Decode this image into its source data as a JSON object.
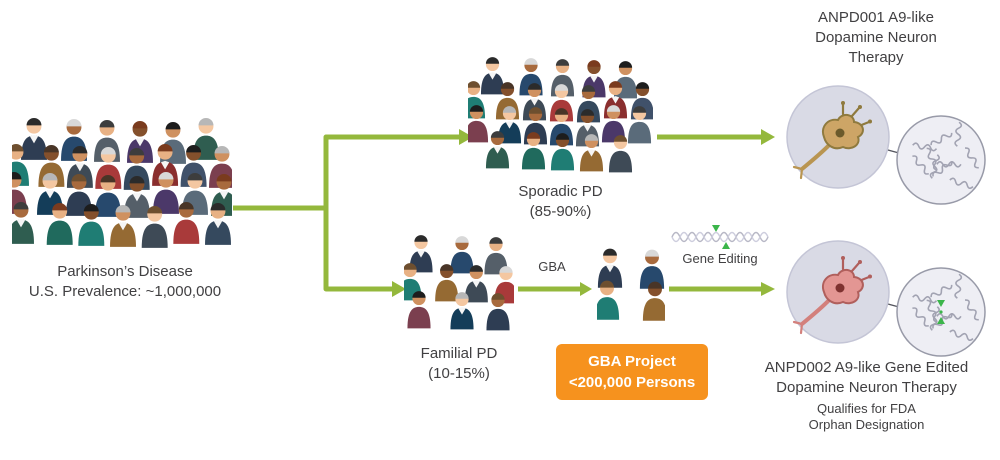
{
  "diagram": {
    "population": {
      "title": "Parkinson’s Disease",
      "subtitle": "U.S. Prevalence: ~1,000,000"
    },
    "sporadic": {
      "label": "Sporadic PD",
      "pct": "(85-90%)"
    },
    "familial": {
      "label": "Familial PD",
      "pct": "(10-15%)"
    },
    "gba_arrow_label": "GBA",
    "gene_editing_label": "Gene Editing",
    "gba_box": {
      "line1": "GBA Project",
      "line2": "<200,000 Persons"
    },
    "therapy_top": {
      "title": "ANPD001 A9-like\nDopamine Neuron\nTherapy"
    },
    "therapy_bottom": {
      "title": "ANPD002 A9-like Gene Edited\nDopamine Neuron Therapy",
      "note": "Qualifies for FDA\nOrphan Designation"
    },
    "icons": {
      "crowd": "people-crowd-illustration",
      "neuron": "dopamine-neuron-illustration",
      "magnifier": "fibril-magnifier-circle",
      "dna": "dna-strand"
    },
    "colors": {
      "arrow_green": "#94b83c",
      "box_orange": "#f6921e",
      "gene_green": "#3bb54a",
      "text_dark": "#414042"
    }
  }
}
